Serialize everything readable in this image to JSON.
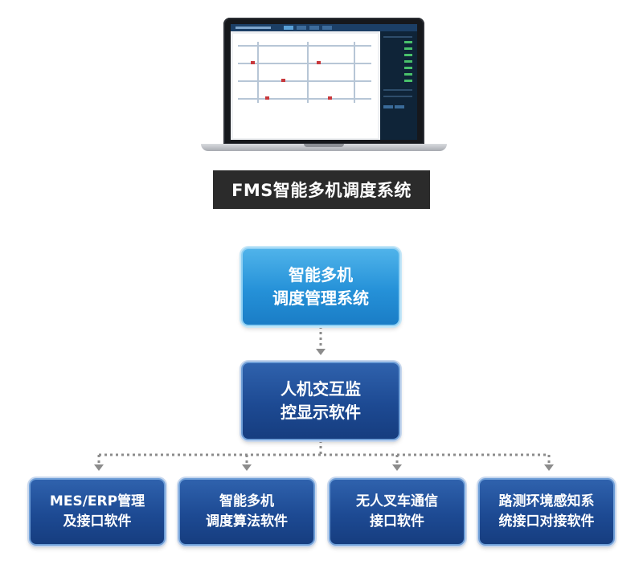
{
  "title": "FMS智能多机调度系统",
  "nodes": {
    "top": "智能多机\n调度管理系统",
    "middle": "人机交互监\n控显示软件",
    "bottom": [
      "MES/ERP管理\n及接口软件",
      "智能多机\n调度算法软件",
      "无人叉车通信\n接口软件",
      "路测环境感知系\n统接口对接软件"
    ]
  },
  "colors": {
    "title_bg": "#2b2b2b",
    "top_node": "#2591d8",
    "dark_node": "#1d4a93",
    "connector": "#8c8c8c"
  }
}
